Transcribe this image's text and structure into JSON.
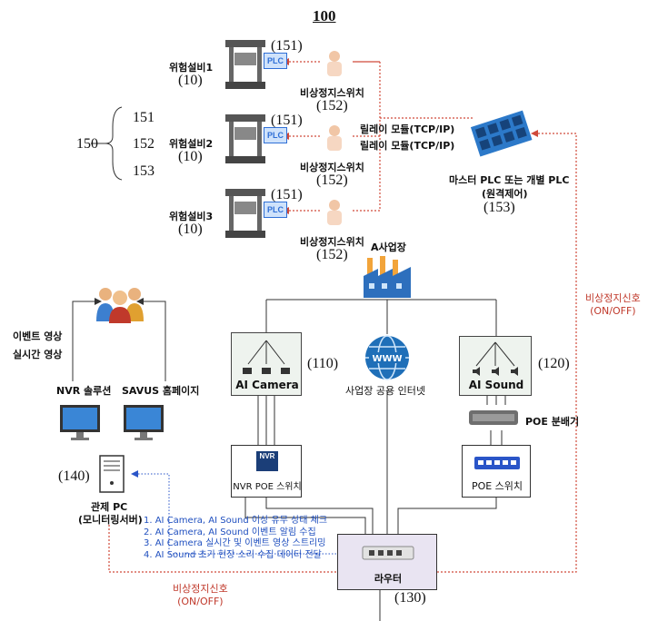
{
  "figure": {
    "fig_number": "100",
    "equipment": [
      {
        "name": "위험설비1",
        "ref": "(10)",
        "plc_badge": "PLC",
        "plc_ref": "(151)",
        "switch": "비상정지스위치",
        "switch_ref": "(152)"
      },
      {
        "name": "위험설비2",
        "ref": "(10)",
        "plc_badge": "PLC",
        "plc_ref": "(151)",
        "switch": "비상정지스위치",
        "switch_ref": "(152)"
      },
      {
        "name": "위험설비3",
        "ref": "(10)",
        "plc_badge": "PLC",
        "plc_ref": "(151)",
        "switch": "비상정지스위치",
        "switch_ref": "(152)"
      }
    ],
    "group": {
      "ref": "150",
      "items": [
        "151",
        "152",
        "153"
      ]
    },
    "relay_labels": [
      "릴레이 모듈(TCP/IP)",
      "릴레이 모듈(TCP/IP)"
    ],
    "master_plc": {
      "line1": "마스터 PLC 또는 개별 PLC",
      "line2": "(원격제어)",
      "ref": "(153)"
    },
    "site": {
      "label": "A사업장"
    },
    "ai_camera": {
      "label": "AI Camera",
      "ref": "(110)"
    },
    "ai_sound": {
      "label": "AI Sound",
      "ref": "(120)"
    },
    "internet": {
      "label": "사업장 공용 인터넷",
      "globe_text": "WWW"
    },
    "poe_splitter": {
      "label": "POE 분배기"
    },
    "nvr_switch": {
      "badge": "NVR",
      "label": "NVR POE 스위치"
    },
    "poe_switch": {
      "label": "POE 스위치"
    },
    "router": {
      "label": "라우터",
      "ref": "(130)"
    },
    "users": {
      "event_video": "이벤트 영상",
      "live_video": "실시간 영상"
    },
    "nvr_solution": {
      "label": "NVR 솔루션"
    },
    "savus": {
      "label": "SAVUS 홈페이지"
    },
    "control_pc": {
      "ref": "(140)",
      "line1": "관제 PC",
      "line2": "(모니터링서버)"
    },
    "pc_functions": [
      "1. AI Camera, AI Sound 이상 유무 상태 체크",
      "2. AI Camera, AI Sound 이벤트 알림 수집",
      "3. AI Camera 실시간 및 이벤트 영상 스트리밍",
      "4. AI Sound 초기 현장 소리 수집 데이터 전달"
    ],
    "emergency_signal_right": {
      "line1": "비상정지신호",
      "line2": "(ON/OFF)"
    },
    "emergency_signal_bottom": {
      "line1": "비상정지신호",
      "line2": "(ON/OFF)"
    },
    "colors": {
      "signal_red": "#d04a3a",
      "func_blue": "#2a55c8",
      "plc_blue": "#2f6fd6",
      "router_purple": "#e9e4f2"
    }
  }
}
